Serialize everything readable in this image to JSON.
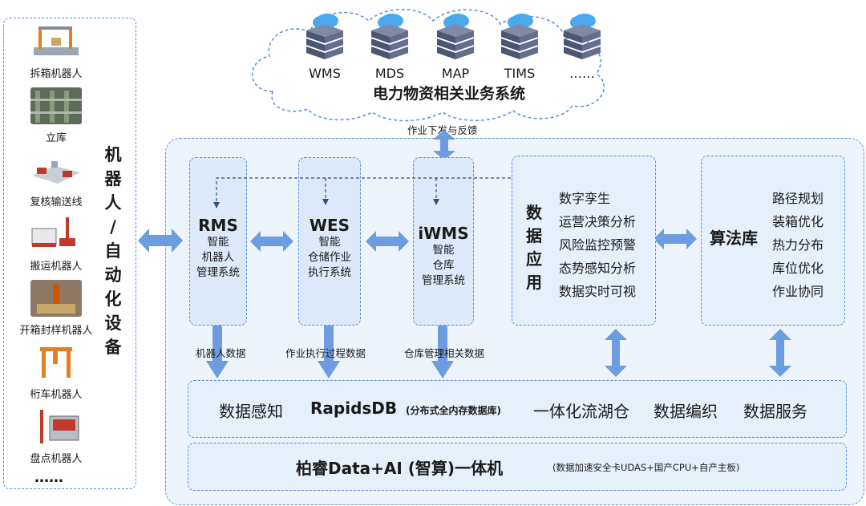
{
  "cloud": {
    "servers": [
      "WMS",
      "MDS",
      "MAP",
      "TIMS",
      "……"
    ],
    "title": "电力物资相关业务系统"
  },
  "feedback_label": "作业下发与反馈",
  "left_panel": {
    "title_chars": [
      "机",
      "器",
      "人",
      "/",
      "自",
      "动",
      "化",
      "设",
      "备"
    ],
    "items": [
      "拆箱机器人",
      "立库",
      "复核输送线",
      "搬运机器人",
      "开箱封样机器人",
      "桁车机器人",
      "盘点机器人"
    ],
    "more": "……"
  },
  "systems": {
    "rms": {
      "name": "RMS",
      "desc": [
        "智能",
        "机器人",
        "管理系统"
      ],
      "data_label": "机器人数据"
    },
    "wes": {
      "name": "WES",
      "desc": [
        "智能",
        "仓储作业",
        "执行系统"
      ],
      "data_label": "作业执行过程数据"
    },
    "iwms": {
      "name": "iWMS",
      "desc": [
        "智能",
        "仓库",
        "管理系统"
      ],
      "data_label": "仓库管理相关数据"
    }
  },
  "data_app": {
    "title_chars": [
      "数",
      "据",
      "应",
      "用"
    ],
    "items": [
      "数字孪生",
      "运营决策分析",
      "风险监控预警",
      "态势感知分析",
      "数据实时可视"
    ]
  },
  "algo": {
    "title": "算法库",
    "items": [
      "路径规划",
      "装箱优化",
      "热力分布",
      "库位优化",
      "作业协同"
    ]
  },
  "data_bar": {
    "items": [
      "数据感知",
      "RapidsDB",
      "(分布式全内存数据库)",
      "一体化流湖仓",
      "数据编织",
      "数据服务"
    ]
  },
  "bottom_bar": {
    "title": "柏睿Data+AI (智算)一体机",
    "note": "(数据加速安全卡UDAS+国产CPU+自产主板)"
  },
  "colors": {
    "arrow": "#6d9ce0",
    "dash": "#5b8fd6",
    "region": "#eef4fc",
    "box": "#dde9f8",
    "cloud": "#4aa8ec"
  }
}
